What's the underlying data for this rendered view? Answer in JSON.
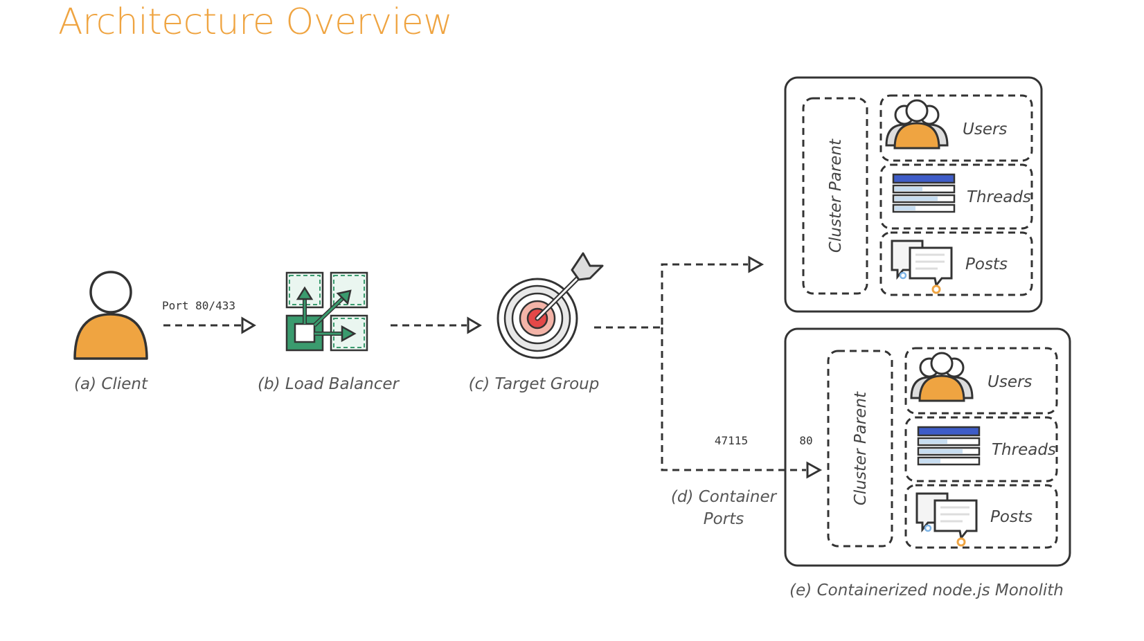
{
  "header": {
    "title": "Architecture Overview"
  },
  "nodes": {
    "client": "(a) Client",
    "load_balancer": "(b) Load Balancer",
    "target_group": "(c) Target Group",
    "container_ports": {
      "line1": "(d) Container",
      "line2": "Ports"
    },
    "monolith": "(e) Containerized node.js Monolith"
  },
  "edges": {
    "client_port": "Port 80/433",
    "host_port": "47115",
    "container_port": "80"
  },
  "cluster": {
    "parent_label": "Cluster Parent",
    "services": [
      "Users",
      "Threads",
      "Posts"
    ]
  },
  "colors": {
    "title": "#efa441",
    "accent_orange": "#efa441",
    "lb_green": "#3a9b6e",
    "thread_blue": "#3e5cc8",
    "target_red": "#e44848"
  }
}
